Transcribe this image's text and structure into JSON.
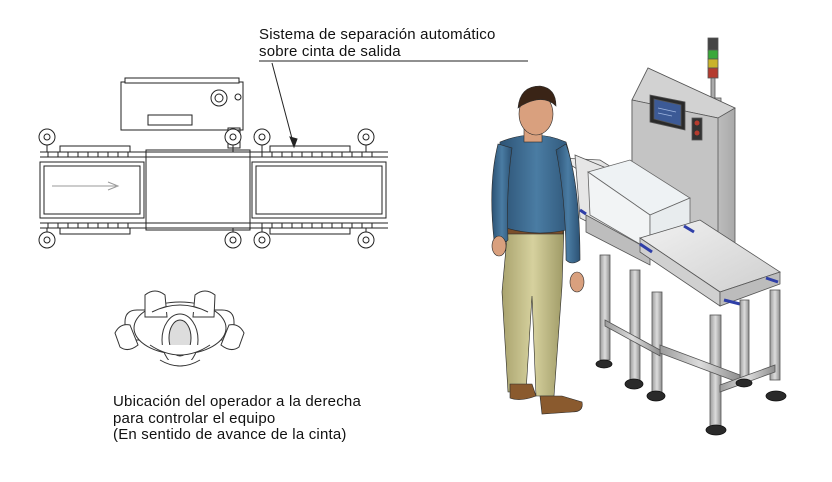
{
  "callout": {
    "line1": "Sistema de separación automático",
    "line2": "sobre cinta de salida"
  },
  "caption": {
    "line1": "Ubicación del operador a la derecha",
    "line2": "para controlar el equipo",
    "line3": "(En sentido de avance de la cinta)"
  },
  "colors": {
    "shirt": "#3f6f94",
    "pants": "#c9c48f",
    "skin": "#d9a07e",
    "hair": "#3a2416",
    "machine_frame": "#c9c9c9",
    "screen": "#3c5a96",
    "tower_green": "#3aa83a",
    "tower_yellow": "#c9b32a",
    "tower_red": "#b43b2e",
    "conveyor_guard": "#2f3fa8"
  },
  "icons": [
    "operator-topview-icon",
    "direction-arrow-icon",
    "signal-tower-icon",
    "touch-screen-icon"
  ]
}
